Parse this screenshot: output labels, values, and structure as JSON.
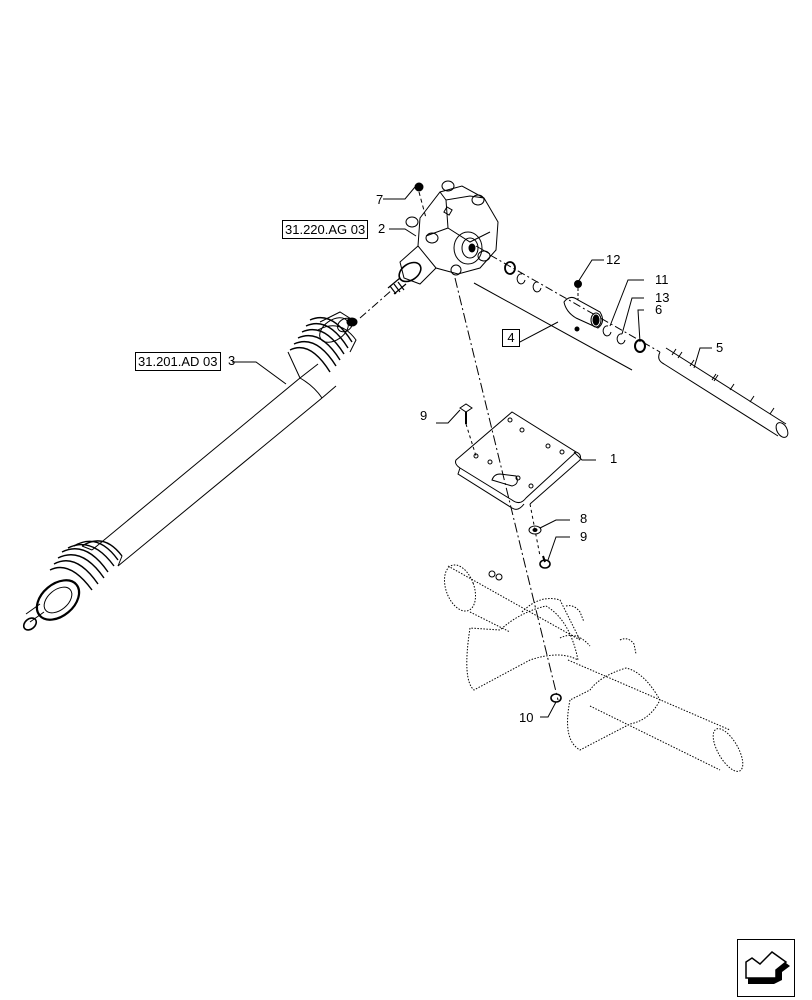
{
  "diagram": {
    "type": "exploded parts diagram",
    "subject": "PTO drive shaft, gearbox and mounting plate assembly"
  },
  "references": [
    {
      "id": "ref-gearbox",
      "label": "31.220.AG 03",
      "item": "2"
    },
    {
      "id": "ref-driveshaft",
      "label": "31.201.AD 03",
      "item": "3"
    }
  ],
  "callouts": {
    "c1": "1",
    "c2": "2",
    "c3": "3",
    "c4": "4",
    "c5": "5",
    "c6": "6",
    "c7": "7",
    "c8": "8",
    "c9a": "9",
    "c9b": "9",
    "c10": "10",
    "c11": "11",
    "c12": "12",
    "c13": "13"
  },
  "ref_labels": {
    "gearbox": "31.220.AG 03",
    "driveshaft": "31.201.AD 03"
  },
  "nav": {
    "icon": "return-arrow-icon"
  },
  "colors": {
    "line": "#000000",
    "background": "#ffffff"
  }
}
